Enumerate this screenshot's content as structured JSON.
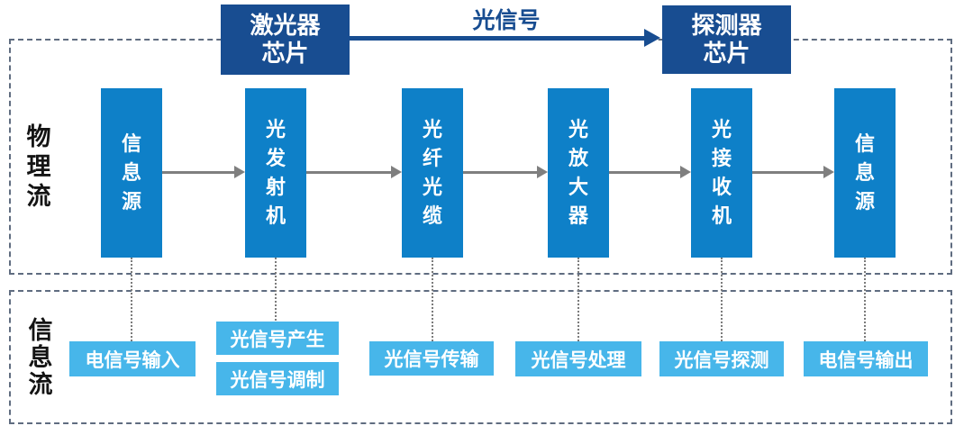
{
  "top_banner": {
    "laser_chip": "激光器\n芯片",
    "optical_signal_label": "光信号",
    "detector_chip": "探测器\n芯片"
  },
  "physical_flow": {
    "section_label": "物理流",
    "nodes": [
      "信息源",
      "光发射机",
      "光纤光缆",
      "光放大器",
      "光接收机",
      "信息源"
    ]
  },
  "information_flow": {
    "section_label": "信息流",
    "tags": [
      [
        "电信号输入"
      ],
      [
        "光信号产生",
        "光信号调制"
      ],
      [
        "光信号传输"
      ],
      [
        "光信号处理"
      ],
      [
        "光信号探测"
      ],
      [
        "电信号输出"
      ]
    ]
  },
  "colors": {
    "chip_navy": "#184d91",
    "node_blue": "#0e80c8",
    "tag_blue": "#47b6ea",
    "dashed_border": "#5f6c80",
    "dotted_gray": "#7b7b7b",
    "arrow_gray": "#7f7f7f",
    "label_black": "#141414"
  }
}
